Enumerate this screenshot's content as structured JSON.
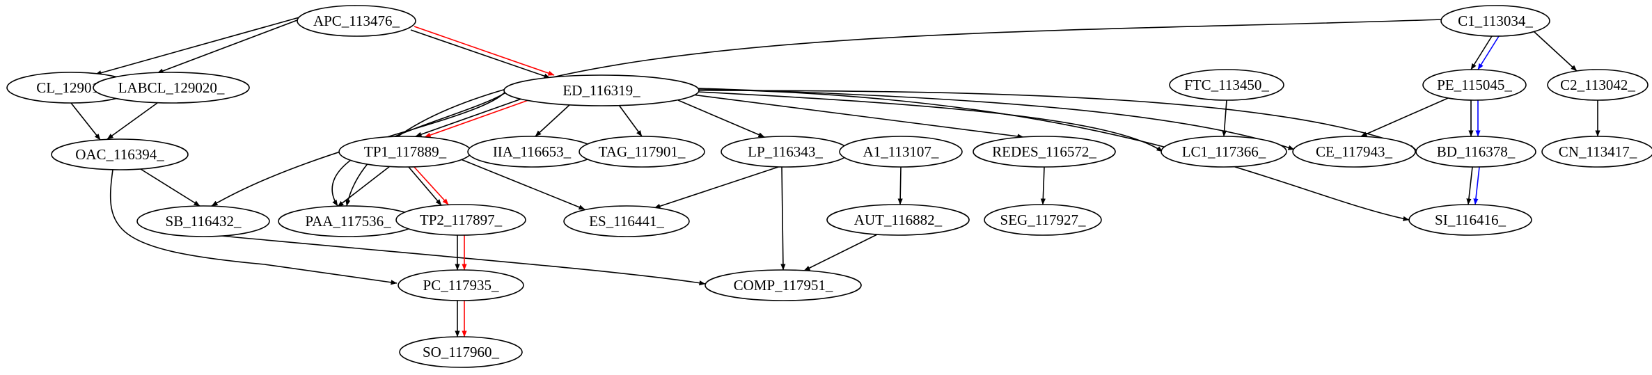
{
  "nodes": [
    {
      "id": "APC",
      "label": "APC_113476_"
    },
    {
      "id": "C1",
      "label": "C1_113034_"
    },
    {
      "id": "CL",
      "label": "CL_129011"
    },
    {
      "id": "LABCL",
      "label": "LABCL_129020_"
    },
    {
      "id": "ED",
      "label": "ED_116319_"
    },
    {
      "id": "FTC",
      "label": "FTC_113450_"
    },
    {
      "id": "PE",
      "label": "PE_115045_"
    },
    {
      "id": "C2",
      "label": "C2_113042_"
    },
    {
      "id": "OAC",
      "label": "OAC_116394_"
    },
    {
      "id": "TP1",
      "label": "TP1_117889_"
    },
    {
      "id": "IIA",
      "label": "IIA_116653_"
    },
    {
      "id": "TAG",
      "label": "TAG_117901_"
    },
    {
      "id": "LP",
      "label": "LP_116343_"
    },
    {
      "id": "A1",
      "label": "A1_113107_"
    },
    {
      "id": "REDES",
      "label": "REDES_116572_"
    },
    {
      "id": "LC1",
      "label": "LC1_117366_"
    },
    {
      "id": "CE",
      "label": "CE_117943_"
    },
    {
      "id": "BD",
      "label": "BD_116378_"
    },
    {
      "id": "CN",
      "label": "CN_113417_"
    },
    {
      "id": "SB",
      "label": "SB_116432_"
    },
    {
      "id": "PAA",
      "label": "PAA_117536_"
    },
    {
      "id": "TP2",
      "label": "TP2_117897_"
    },
    {
      "id": "ES",
      "label": "ES_116441_"
    },
    {
      "id": "AUT",
      "label": "AUT_116882_"
    },
    {
      "id": "SEG",
      "label": "SEG_117927_"
    },
    {
      "id": "SI",
      "label": "SI_116416_"
    },
    {
      "id": "PC",
      "label": "PC_117935_"
    },
    {
      "id": "COMP",
      "label": "COMP_117951_"
    },
    {
      "id": "SO",
      "label": "SO_117960_"
    }
  ],
  "edges": [
    {
      "from": "APC",
      "to": "CL",
      "color": "#000000"
    },
    {
      "from": "APC",
      "to": "LABCL",
      "color": "#000000"
    },
    {
      "from": "APC",
      "to": "ED",
      "color": "#000000"
    },
    {
      "from": "APC",
      "to": "ED",
      "color": "#ff0000"
    },
    {
      "from": "C1",
      "to": "PAA",
      "color": "#000000"
    },
    {
      "from": "C1",
      "to": "PE",
      "color": "#000000"
    },
    {
      "from": "C1",
      "to": "PE",
      "color": "#0000ff"
    },
    {
      "from": "C1",
      "to": "C2",
      "color": "#000000"
    },
    {
      "from": "CL",
      "to": "OAC",
      "color": "#000000"
    },
    {
      "from": "LABCL",
      "to": "OAC",
      "color": "#000000"
    },
    {
      "from": "ED",
      "to": "TP1",
      "color": "#000000"
    },
    {
      "from": "ED",
      "to": "TP1",
      "color": "#ff0000"
    },
    {
      "from": "ED",
      "to": "IIA",
      "color": "#000000"
    },
    {
      "from": "ED",
      "to": "TAG",
      "color": "#000000"
    },
    {
      "from": "ED",
      "to": "LP",
      "color": "#000000"
    },
    {
      "from": "ED",
      "to": "REDES",
      "color": "#000000"
    },
    {
      "from": "ED",
      "to": "LC1",
      "color": "#000000"
    },
    {
      "from": "ED",
      "to": "CE",
      "color": "#000000"
    },
    {
      "from": "ED",
      "to": "BD",
      "color": "#000000"
    },
    {
      "from": "ED",
      "to": "SI",
      "color": "#000000"
    },
    {
      "from": "ED",
      "to": "SB",
      "color": "#000000"
    },
    {
      "from": "ED",
      "to": "PAA",
      "color": "#000000"
    },
    {
      "from": "FTC",
      "to": "LC1",
      "color": "#000000"
    },
    {
      "from": "PE",
      "to": "CE",
      "color": "#000000"
    },
    {
      "from": "PE",
      "to": "BD",
      "color": "#000000"
    },
    {
      "from": "PE",
      "to": "BD",
      "color": "#0000ff"
    },
    {
      "from": "C2",
      "to": "CN",
      "color": "#000000"
    },
    {
      "from": "OAC",
      "to": "SB",
      "color": "#000000"
    },
    {
      "from": "OAC",
      "to": "PC",
      "color": "#000000"
    },
    {
      "from": "TP1",
      "to": "PAA",
      "color": "#000000"
    },
    {
      "from": "TP1",
      "to": "TP2",
      "color": "#000000"
    },
    {
      "from": "TP1",
      "to": "TP2",
      "color": "#ff0000"
    },
    {
      "from": "TP1",
      "to": "ES",
      "color": "#000000"
    },
    {
      "from": "LP",
      "to": "ES",
      "color": "#000000"
    },
    {
      "from": "LP",
      "to": "COMP",
      "color": "#000000"
    },
    {
      "from": "A1",
      "to": "AUT",
      "color": "#000000"
    },
    {
      "from": "REDES",
      "to": "SEG",
      "color": "#000000"
    },
    {
      "from": "BD",
      "to": "SI",
      "color": "#000000"
    },
    {
      "from": "BD",
      "to": "SI",
      "color": "#0000ff"
    },
    {
      "from": "SB",
      "to": "COMP",
      "color": "#000000"
    },
    {
      "from": "TP2",
      "to": "PC",
      "color": "#000000"
    },
    {
      "from": "TP2",
      "to": "PC",
      "color": "#ff0000"
    },
    {
      "from": "AUT",
      "to": "COMP",
      "color": "#000000"
    },
    {
      "from": "PC",
      "to": "SO",
      "color": "#000000"
    },
    {
      "from": "PC",
      "to": "SO",
      "color": "#ff0000"
    }
  ]
}
